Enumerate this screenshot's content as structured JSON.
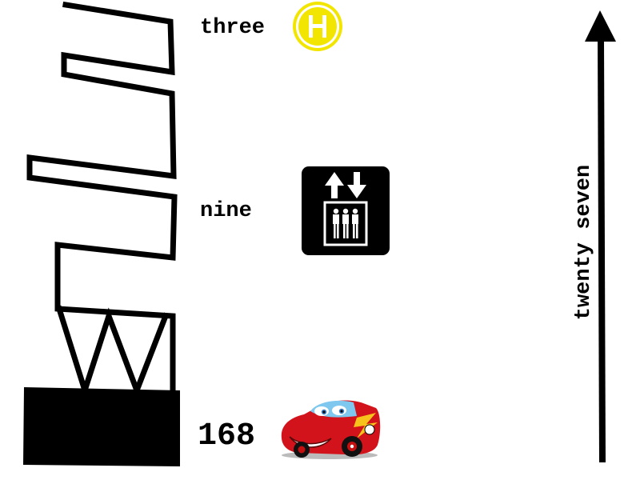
{
  "labels": {
    "top": "three",
    "middle": "nine",
    "bottom": "168",
    "height_arrow": "twenty seven"
  },
  "icons": {
    "helipad": {
      "name": "helipad-icon",
      "letter": "H",
      "color": "#f2e600"
    },
    "elevator": {
      "name": "elevator-icon",
      "color": "#000000"
    },
    "race_car": {
      "name": "race-car-icon",
      "color": "#d3131b"
    }
  },
  "colors": {
    "structure": "#000000",
    "background": "#ffffff"
  }
}
